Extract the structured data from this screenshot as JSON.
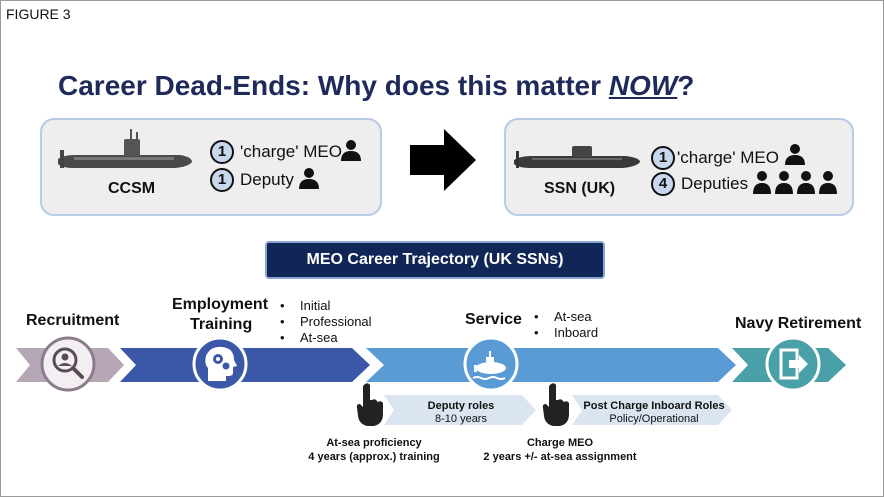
{
  "figure_label": "FIGURE 3",
  "headline": {
    "prefix": "Career Dead-Ends: Why does this matter ",
    "emphasis": "NOW",
    "suffix": "?"
  },
  "left_panel": {
    "submarine_name": "CCSM",
    "rows": [
      {
        "count": "1",
        "text": "'charge' MEO",
        "icon": "person-icon",
        "people": 1
      },
      {
        "count": "1",
        "text": "Deputy",
        "icon": "person-icon",
        "people": 1
      }
    ]
  },
  "right_panel": {
    "submarine_name": "SSN (UK)",
    "rows": [
      {
        "count": "1",
        "text": "'charge' MEO",
        "icon": "person-icon",
        "people": 1
      },
      {
        "count": "4",
        "text": "Deputies",
        "icon": "person-icon",
        "people": 4
      }
    ]
  },
  "trajectory_title": "MEO Career Trajectory (UK SSNs)",
  "stages": [
    {
      "name": "Recruitment",
      "icon": "magnifier-person-icon"
    },
    {
      "name_line1": "Employment",
      "name_line2": "Training",
      "icon": "head-gears-icon",
      "bullets": [
        "Initial",
        "Professional",
        "At-sea"
      ]
    },
    {
      "name": "Service",
      "icon": "submarine-icon",
      "bullets": [
        "At-sea",
        "Inboard"
      ]
    },
    {
      "name": "Navy Retirement",
      "icon": "exit-door-icon"
    }
  ],
  "roles": [
    {
      "title": "Deputy roles",
      "detail": "8-10 years"
    },
    {
      "title": "Post Charge Inboard Roles",
      "detail": "Policy/Operational"
    }
  ],
  "milestones": [
    {
      "line1": "At-sea proficiency",
      "line2": "4 years (approx.) training",
      "icon": "hand-pointer-icon"
    },
    {
      "line1": "Charge MEO",
      "line2": "2 years +/- at-sea assignment",
      "icon": "hand-pointer-icon"
    }
  ],
  "colors": {
    "headline": "#1f2a5a",
    "title_box": "#0f2657",
    "arrow_recruitment": "#b5a7b5",
    "arrow_training": "#3b58a8",
    "arrow_service": "#5b9bd5",
    "arrow_retirement": "#4aa0a8",
    "badge_fill": "#c7d7ee"
  }
}
